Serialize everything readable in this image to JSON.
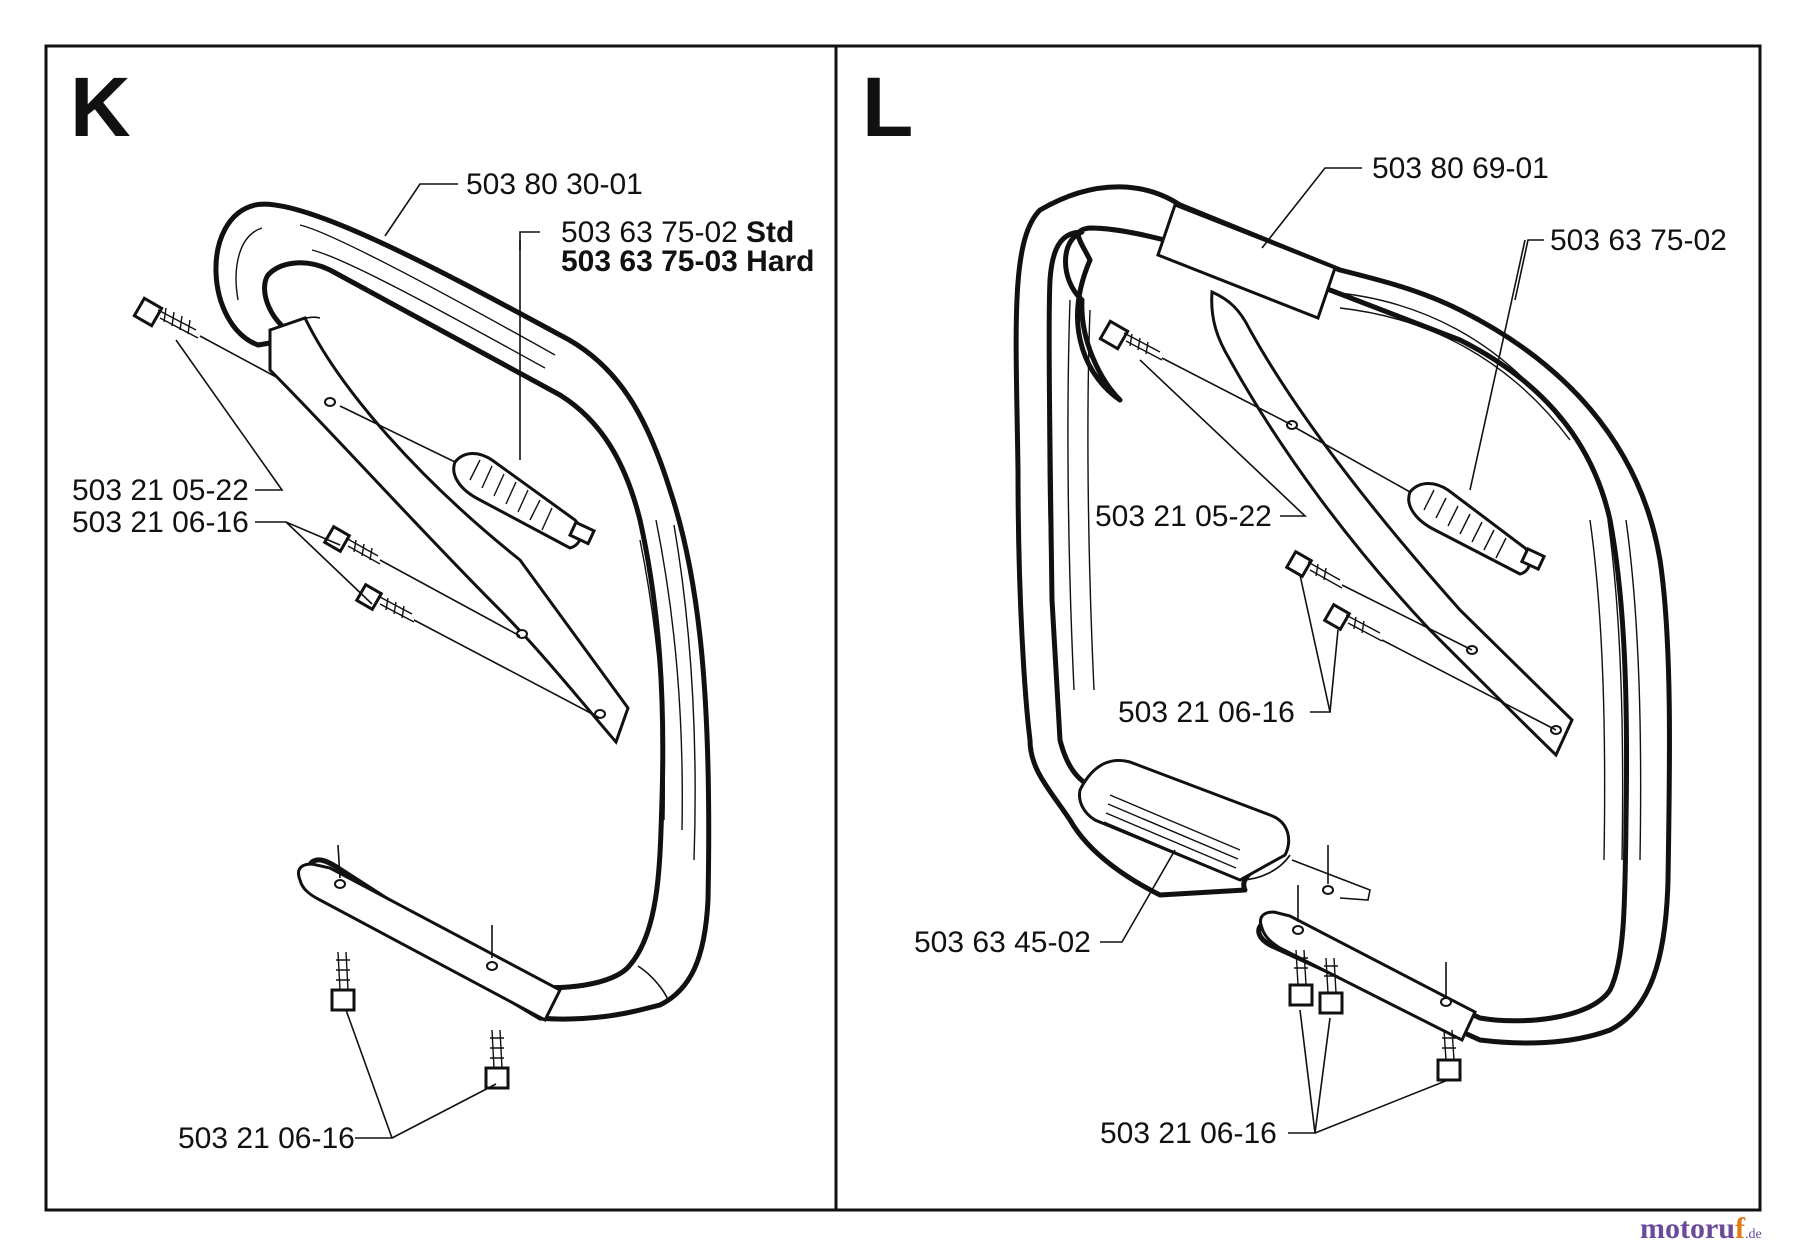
{
  "panels": [
    {
      "letter": "K",
      "labels": {
        "handle": "503 80 30-01",
        "damper_std_num": "503 63 75-02",
        "damper_std_tag": "Std",
        "damper_hard": "503 63 75-03 Hard",
        "screw_a": "503 21 05-22",
        "screw_b": "503 21 06-16",
        "screw_bottom": "503 21 06-16"
      }
    },
    {
      "letter": "L",
      "labels": {
        "handle": "503 80 69-01",
        "damper": "503 63 75-02",
        "screw_a": "503 21 05-22",
        "screw_b": "503 21 06-16",
        "grip": "503 63 45-02",
        "screw_bottom": "503 21 06-16"
      }
    }
  ],
  "watermark": {
    "main": "motoru",
    "accent": "f",
    "suffix": ".de"
  }
}
